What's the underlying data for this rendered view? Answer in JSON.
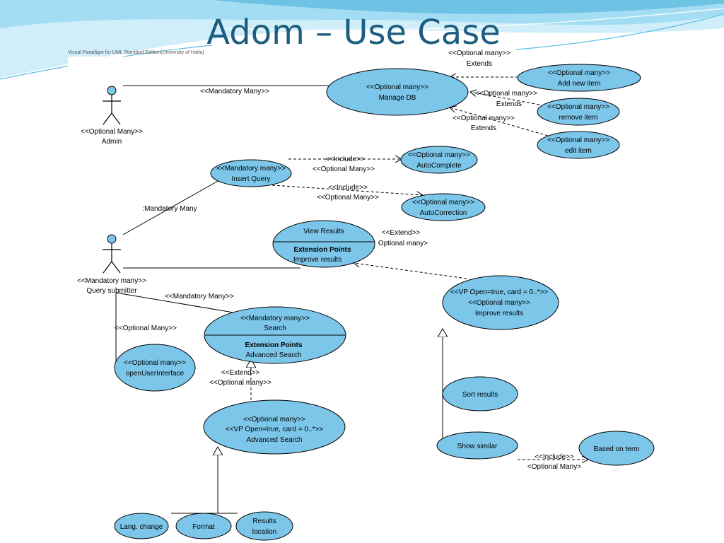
{
  "slide": {
    "title": "Adom – Use Case",
    "tool_caption": "Visual Paradigm for UML Standard Edition(University of Haifa)"
  },
  "colors": {
    "use_case_fill": "#7cc6ea",
    "title": "#1c5d80",
    "swoosh_light": "#bfe6f5",
    "swoosh_dark": "#4fb3de"
  },
  "actors": {
    "admin": {
      "stereotype": "<<Optional Many>>",
      "name": "Admin"
    },
    "query_submitter": {
      "stereotype": "<<Mandatory many>>",
      "name": "Query submitter"
    }
  },
  "use_cases": {
    "manage_db": {
      "stereotype": "<<Optional many>>",
      "name": "Manage DB"
    },
    "add_new_item": {
      "stereotype": "<<Optional many>>",
      "name": "Add new item"
    },
    "remove_item": {
      "stereotype": "<<Optional many>>",
      "name": "remove item"
    },
    "edit_item": {
      "stereotype": "<<Optional many>>",
      "name": "edit item"
    },
    "insert_query": {
      "stereotype": "<<Mandatory many>>",
      "name": "Insert Query"
    },
    "autocomplete": {
      "stereotype": "<<Optional many>>",
      "name": "AutoComplete"
    },
    "autocorrection": {
      "stereotype": "<<Optional many>>",
      "name": "AutoCorrection"
    },
    "view_results": {
      "name": "View Results",
      "ext_header": "Extension Points",
      "ext_point": "Improve results"
    },
    "improve_results": {
      "line1": "<<VP Open=true, card = 0..*>>",
      "line2": "<<Optional many>>",
      "name": "Improve results"
    },
    "search": {
      "stereotype": "<<Mandatory many>>",
      "name": "Search",
      "ext_header": "Extension Points",
      "ext_point": "Advanced Search"
    },
    "open_ui": {
      "stereotype": "<<Optional many>>",
      "name": "openUserInterface"
    },
    "advanced_search": {
      "line1": "<<Optional many>>",
      "line2": "<<VP Open=true, card = 0..*>>",
      "name": "Advanced Search"
    },
    "sort_results": {
      "name": "Sort results"
    },
    "show_similar": {
      "name": "Show similar"
    },
    "based_on_term": {
      "name": "Based on term"
    },
    "lang_change": {
      "name": "Lang. change"
    },
    "format": {
      "name": "Format"
    },
    "results_location": {
      "line1": "Results",
      "line2": "location"
    }
  },
  "labels": {
    "admin_manage": "<<Mandatory Many>>",
    "ext1_stereo": "<<Optional many>>",
    "ext1_kind": "Extends",
    "ext2_stereo": "<<Optional many>>",
    "ext2_kind": "Extends",
    "ext3_stereo": "<<Optional many>>",
    "ext3_kind": "Extends",
    "inc1_kind": "<<Include>>",
    "inc1_stereo": "<<Optional Many>>",
    "inc2_kind": "<<Include>>",
    "inc2_stereo": "<<Optional Many>>",
    "qs_insert": ":Mandatory Many",
    "view_ext_kind": "<<Extend>>",
    "view_ext_stereo": "Optional many>",
    "qs_search": "<<Mandatory Many>>",
    "qs_openui": "<<Optional Many>>",
    "search_ext_kind": "<<Extend>>",
    "search_ext_stereo": "<<Optional many>>",
    "inc3_kind": "<<Include>>",
    "inc3_stereo": "<Optional Many>"
  }
}
